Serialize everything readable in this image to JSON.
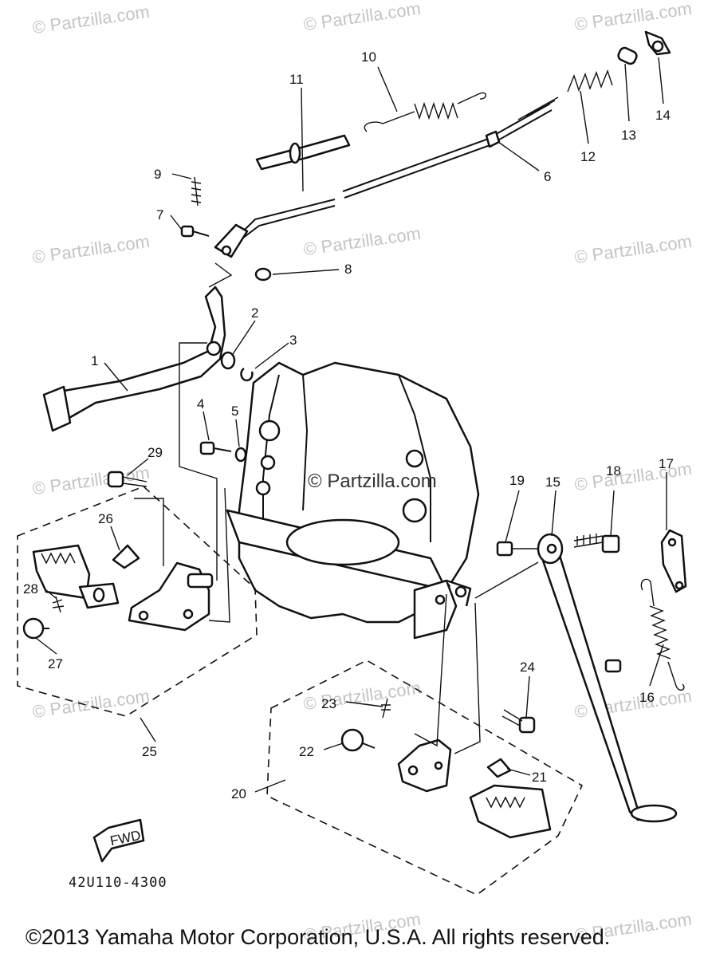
{
  "diagram": {
    "callouts": [
      "1",
      "2",
      "3",
      "4",
      "5",
      "6",
      "7",
      "8",
      "9",
      "10",
      "11",
      "12",
      "13",
      "14",
      "15",
      "16",
      "17",
      "18",
      "19",
      "20",
      "21",
      "22",
      "23",
      "24",
      "25",
      "26",
      "27",
      "28",
      "29"
    ],
    "fwd_label": "FWD",
    "part_code": "42U110-4300"
  },
  "watermark": {
    "text": "© Partzilla.com",
    "center_text": "© Partzilla.com"
  },
  "footer": {
    "copyright": "©2013  Yamaha Motor Corporation, U.S.A. All rights reserved."
  }
}
